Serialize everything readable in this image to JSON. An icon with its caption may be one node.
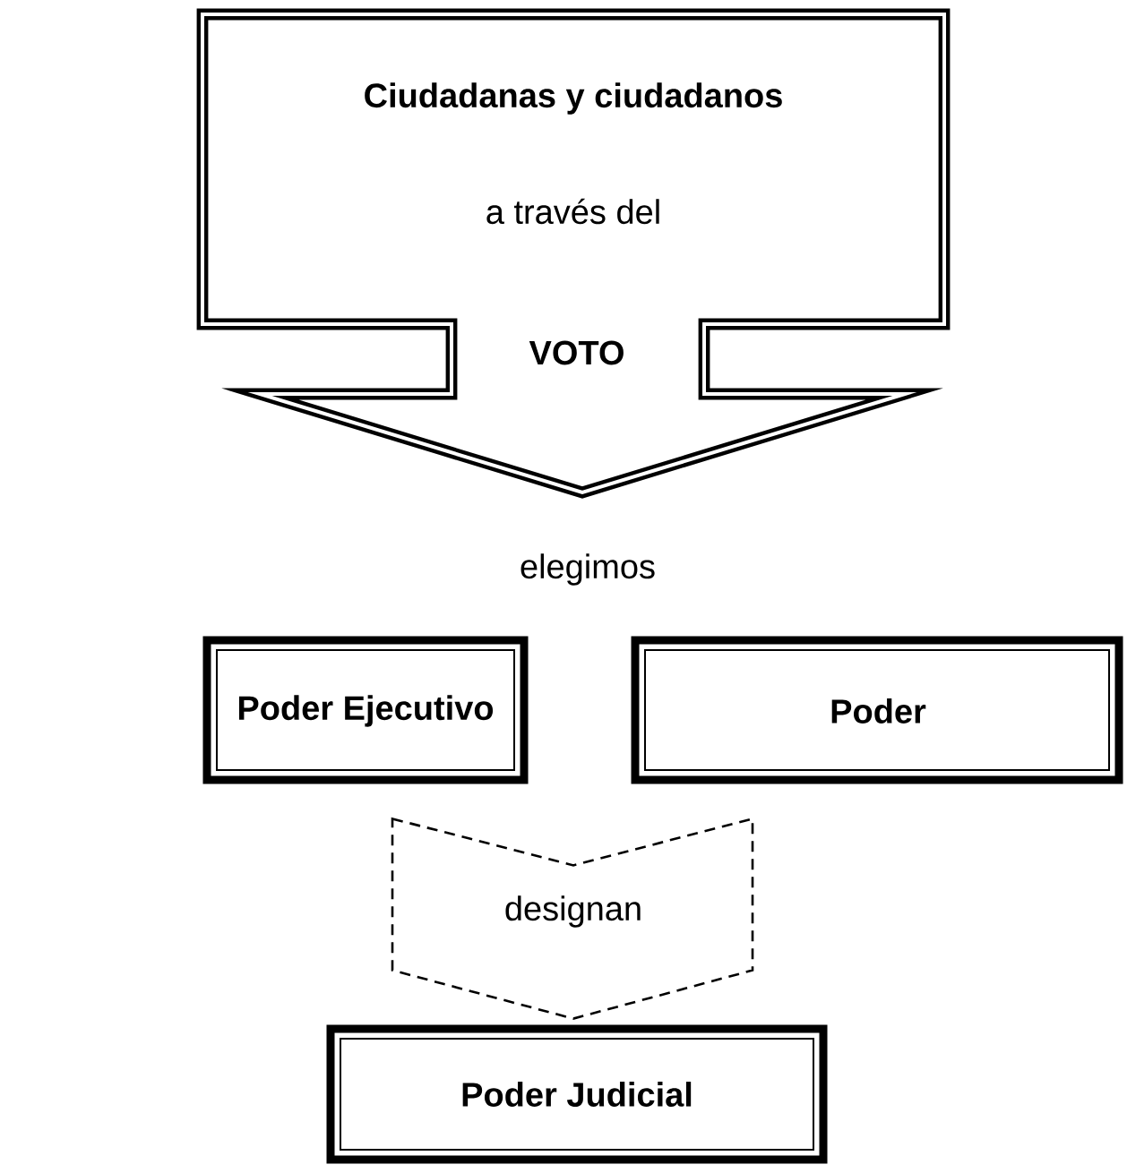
{
  "diagram": {
    "nodes": [
      {
        "text": [
          "Ciudadanas y ciudadanos",
          "a través del",
          "VOTO"
        ]
      },
      {
        "text": [
          "Poder Ejecutivo"
        ]
      },
      {
        "text": [
          "Poder"
        ]
      },
      {
        "text": [
          "Poder Judicial"
        ]
      }
    ],
    "edges": [
      {
        "from": 1,
        "to": 3,
        "arrow": "to",
        "style": "dashed",
        "label": "designan"
      }
    ],
    "labels": [
      "elegimos"
    ]
  }
}
